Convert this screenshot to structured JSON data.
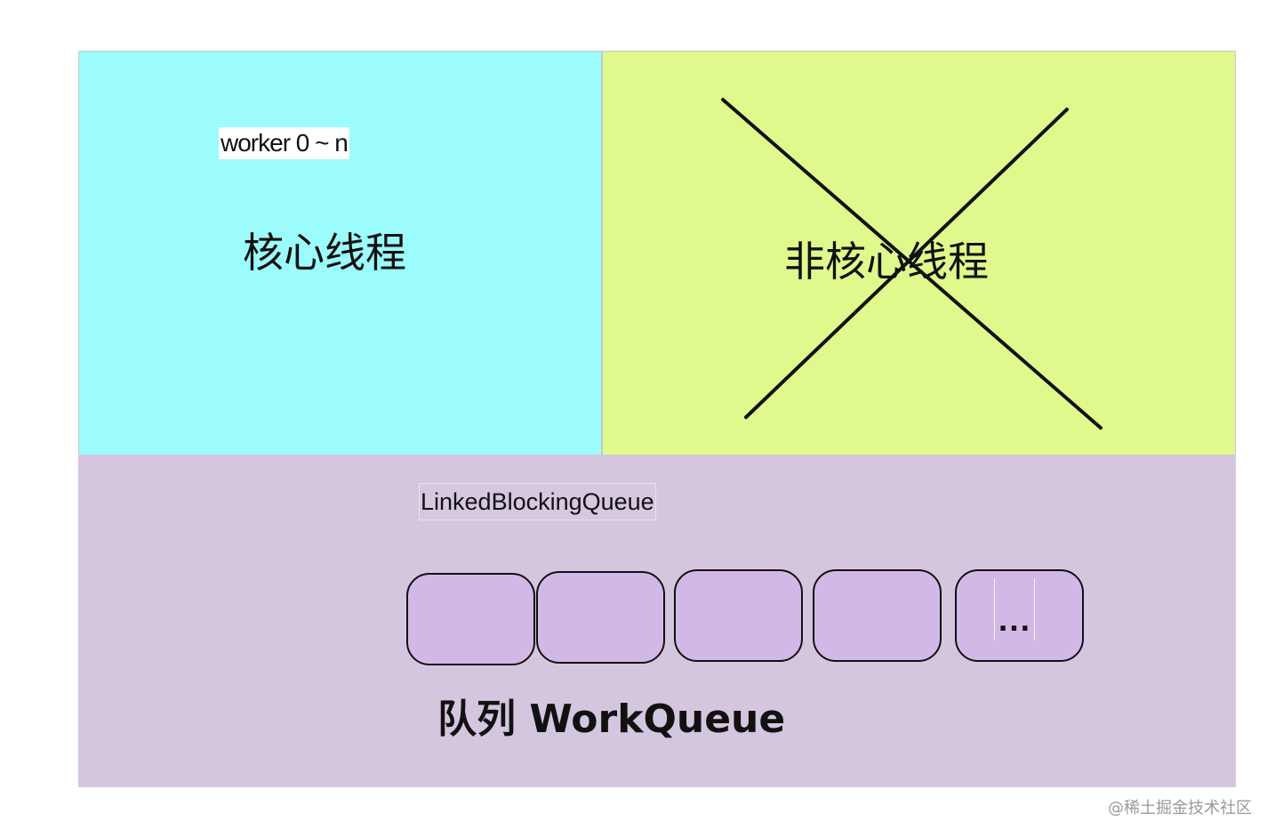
{
  "colors": {
    "core_panel": "#9cfbfb",
    "noncore_panel": "#dff98c",
    "queue_panel": "#d5c6e0",
    "queue_slot": "#d2b8e7",
    "stroke": "#111111",
    "watermark": "#9a9a9a"
  },
  "core": {
    "worker_label": "worker 0 ~ n",
    "title": "核心线程"
  },
  "noncore": {
    "title": "非核心线程",
    "crossed_out": true
  },
  "queue": {
    "type_label": "LinkedBlockingQueue",
    "title": "队列 WorkQueue",
    "slots": [
      "",
      "",
      "",
      "",
      "..."
    ]
  },
  "watermark": "@稀土掘金技术社区"
}
